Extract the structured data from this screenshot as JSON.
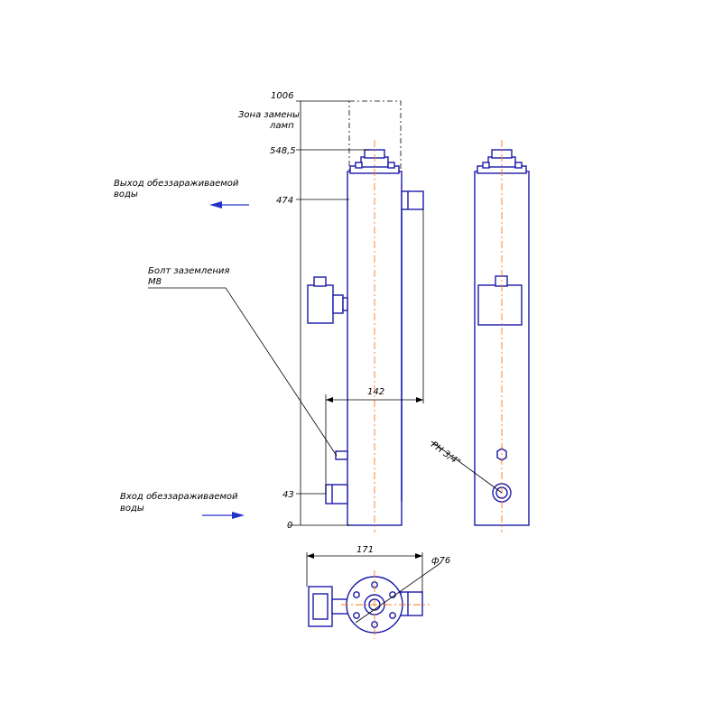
{
  "dimensions": {
    "h1006": "1006",
    "h548_5": "548,5",
    "h474": "474",
    "h43": "43",
    "h0": "0",
    "w142": "142",
    "w171": "171",
    "d76": "ф76"
  },
  "labels": {
    "lamp_zone_line1": "Зона замены",
    "lamp_zone_line2": "ламп",
    "outlet_line1": "Выход обеззараживаемой",
    "outlet_line2": "воды",
    "ground_bolt_line1": "Болт заземления",
    "ground_bolt_line2": "М8",
    "inlet_line1": "Вход обеззараживаемой",
    "inlet_line2": "воды",
    "thread": "РН 3/4\""
  },
  "colors": {
    "outline": "#1a1aa8",
    "axis": "#ff7a1a",
    "dim_line": "#000000",
    "arrow": "#2233cc"
  }
}
